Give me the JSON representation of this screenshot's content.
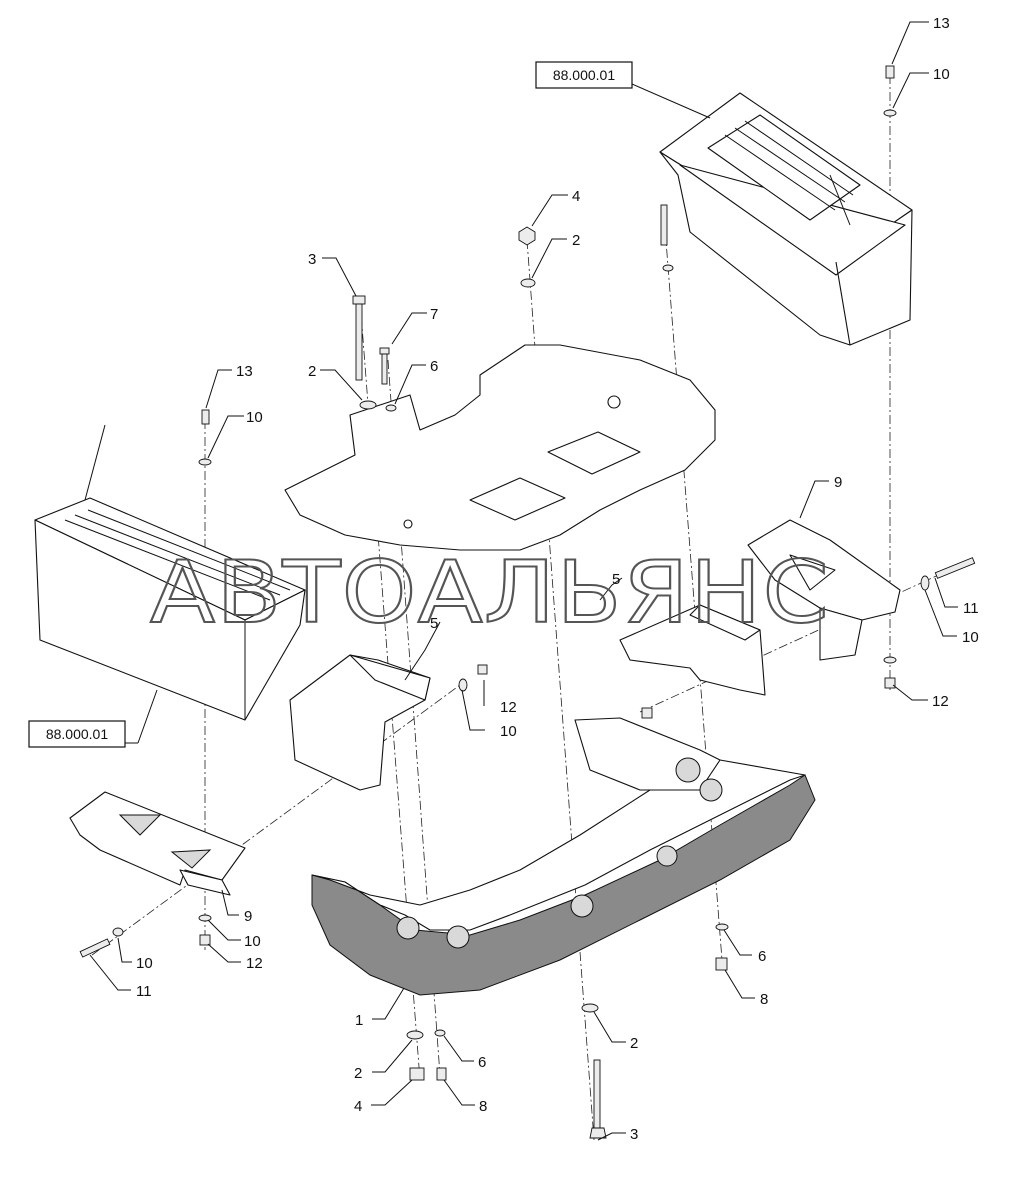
{
  "watermark": "АВТОАЛЬЯНС",
  "reference_labels": [
    "88.000.01",
    "88.000.01"
  ],
  "callouts": {
    "c13a": "13",
    "c10a": "10",
    "c4a": "4",
    "c2a": "2",
    "c3a": "3",
    "c7": "7",
    "c13b": "13",
    "c2b": "2",
    "c6a": "6",
    "c10b": "10",
    "c9a": "9",
    "c5a": "5",
    "c11a": "11",
    "c10c": "10",
    "c5b": "5",
    "c12a": "12",
    "c12b": "12",
    "c10d": "10",
    "c9b": "9",
    "c10e": "10",
    "c10f": "10",
    "c12c": "12",
    "c11b": "11",
    "c6b": "6",
    "c8a": "8",
    "c1": "1",
    "c2c": "2",
    "c2d": "2",
    "c6c": "6",
    "c4b": "4",
    "c8b": "8",
    "c3b": "3"
  }
}
